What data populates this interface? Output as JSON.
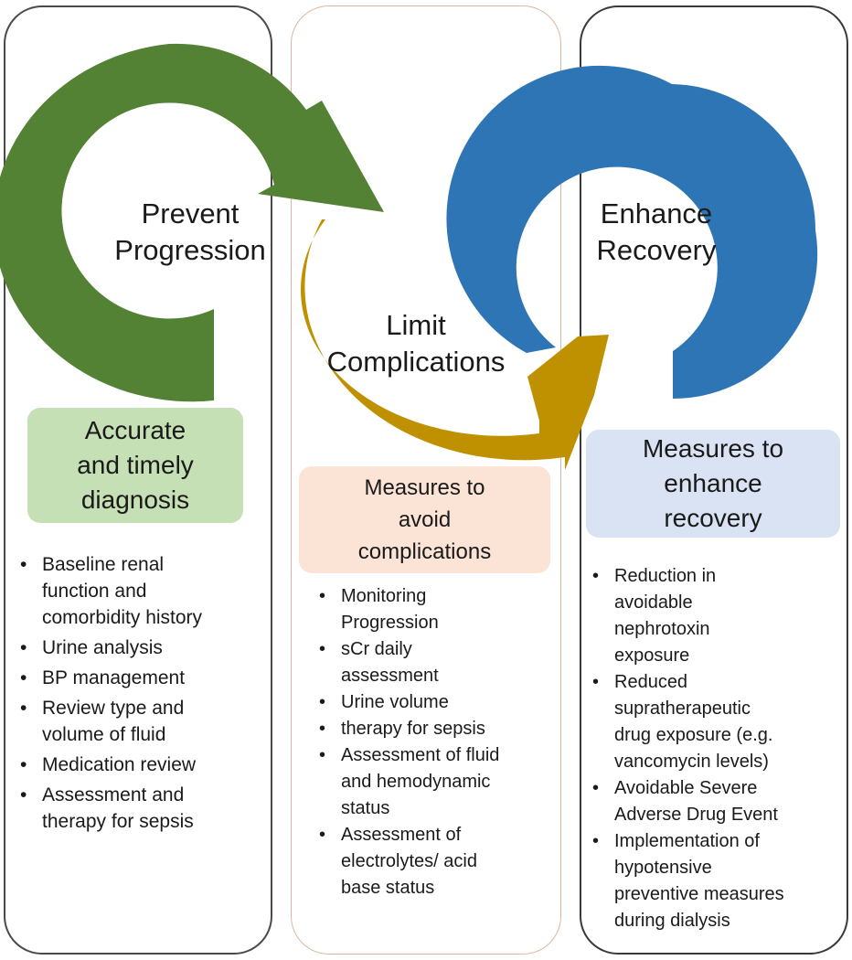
{
  "colors": {
    "green_ring": "#548235",
    "gold_ring": "#bf9000",
    "blue_ring": "#2e75b6",
    "green_box": "#c5e0b4",
    "peach_box": "#fbe3d6",
    "blue_box": "#dae3f3"
  },
  "stages": {
    "prevent": {
      "line1": "Prevent",
      "line2": "Progression"
    },
    "limit": {
      "line1": "Limit",
      "line2": "Complications"
    },
    "enhance": {
      "line1": "Enhance",
      "line2": "Recovery"
    }
  },
  "columns": {
    "left": {
      "header": {
        "line1": "Accurate",
        "line2": "and timely",
        "line3": "diagnosis"
      },
      "items": [
        {
          "l1": "Baseline renal",
          "l2": "function and",
          "l3": "comorbidity history"
        },
        {
          "l1": "Urine analysis"
        },
        {
          "l1": "BP management"
        },
        {
          "l1": "Review type and",
          "l2": "volume of fluid"
        },
        {
          "l1": "Medication review"
        },
        {
          "l1": "Assessment and",
          "l2": "therapy for sepsis"
        }
      ]
    },
    "middle": {
      "header": {
        "line1": "Measures to",
        "line2": "avoid",
        "line3": "complications"
      },
      "items": [
        {
          "l1": "Monitoring",
          "l2": "Progression"
        },
        {
          "l1": "sCr daily",
          "l2": "assessment"
        },
        {
          "l1": "Urine volume"
        },
        {
          "l1": "therapy for sepsis"
        },
        {
          "l1": "Assessment of fluid",
          "l2": "and hemodynamic",
          "l3": "status"
        },
        {
          "l1": "Assessment of",
          "l2": "electrolytes/ acid",
          "l3": "base status"
        }
      ]
    },
    "right": {
      "header": {
        "line1": "Measures to",
        "line2": "enhance",
        "line3": "recovery"
      },
      "items": [
        {
          "l1": "Reduction in",
          "l2": "avoidable",
          "l3": "nephrotoxin",
          "l4": "exposure"
        },
        {
          "l1": "Reduced",
          "l2": "supratherapeutic",
          "l3": "drug exposure (e.g.",
          "l4": "vancomycin levels)"
        },
        {
          "l1": "Avoidable Severe",
          "l2": "Adverse Drug Event"
        },
        {
          "l1": "Implementation of",
          "l2": "hypotensive",
          "l3": "preventive measures",
          "l4": "during dialysis"
        }
      ]
    }
  }
}
